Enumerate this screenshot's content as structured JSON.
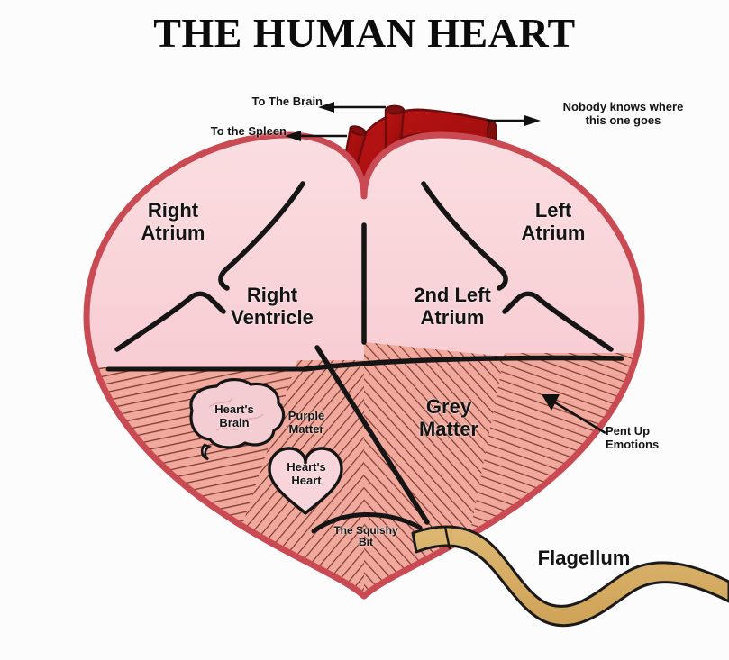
{
  "page": {
    "title": "THE HUMAN HEART",
    "background_color": "#fdfcfc"
  },
  "colors": {
    "title_text": "#0c0c0c",
    "label_text": "#141414",
    "heart_outline": "#c94a52",
    "heart_upper_fill": "#fadce0",
    "heart_lower_fill": "#f0a99c",
    "hatch_line": "#7a3b33",
    "aorta_dark_red": "#a81111",
    "aorta_outline": "#6d0d0d",
    "flagellum_fill": "#d6ab63",
    "flagellum_outline": "#1a1a1a",
    "divider_line": "#111111",
    "inset_fill": "#f6cdd2"
  },
  "callouts": [
    {
      "id": "to-the-brain",
      "text": "To The Brain",
      "arrow": "left"
    },
    {
      "id": "to-the-spleen",
      "text": "To the Spleen",
      "arrow": "left"
    },
    {
      "id": "nobody-knows",
      "text": "Nobody knows where\nthis one goes",
      "arrow": "right"
    },
    {
      "id": "pent-up-emotions",
      "text": "Pent Up\nEmotions",
      "arrow": "up-left"
    }
  ],
  "chambers": [
    {
      "id": "right-atrium",
      "text": "Right\nAtrium"
    },
    {
      "id": "left-atrium",
      "text": "Left\nAtrium"
    },
    {
      "id": "right-ventricle",
      "text": "Right\nVentricle"
    },
    {
      "id": "second-left-atrium",
      "text": "2nd Left\nAtrium"
    },
    {
      "id": "grey-matter",
      "text": "Grey\nMatter"
    }
  ],
  "inset_regions": [
    {
      "id": "hearts-brain",
      "text": "Heart's\nBrain",
      "shape": "brain"
    },
    {
      "id": "purple-matter",
      "text": "Purple\nMatter",
      "shape": "none"
    },
    {
      "id": "hearts-heart",
      "text": "Heart's\nHeart",
      "shape": "heart"
    },
    {
      "id": "the-squishy-bit",
      "text": "The Squishy\nBit",
      "shape": "none"
    }
  ],
  "appendage": {
    "id": "flagellum",
    "text": "Flagellum"
  },
  "icons": {
    "aorta": "aorta-vessel-icon",
    "brain": "brain-icon",
    "heart": "heart-icon",
    "flagellum": "flagellum-icon"
  }
}
